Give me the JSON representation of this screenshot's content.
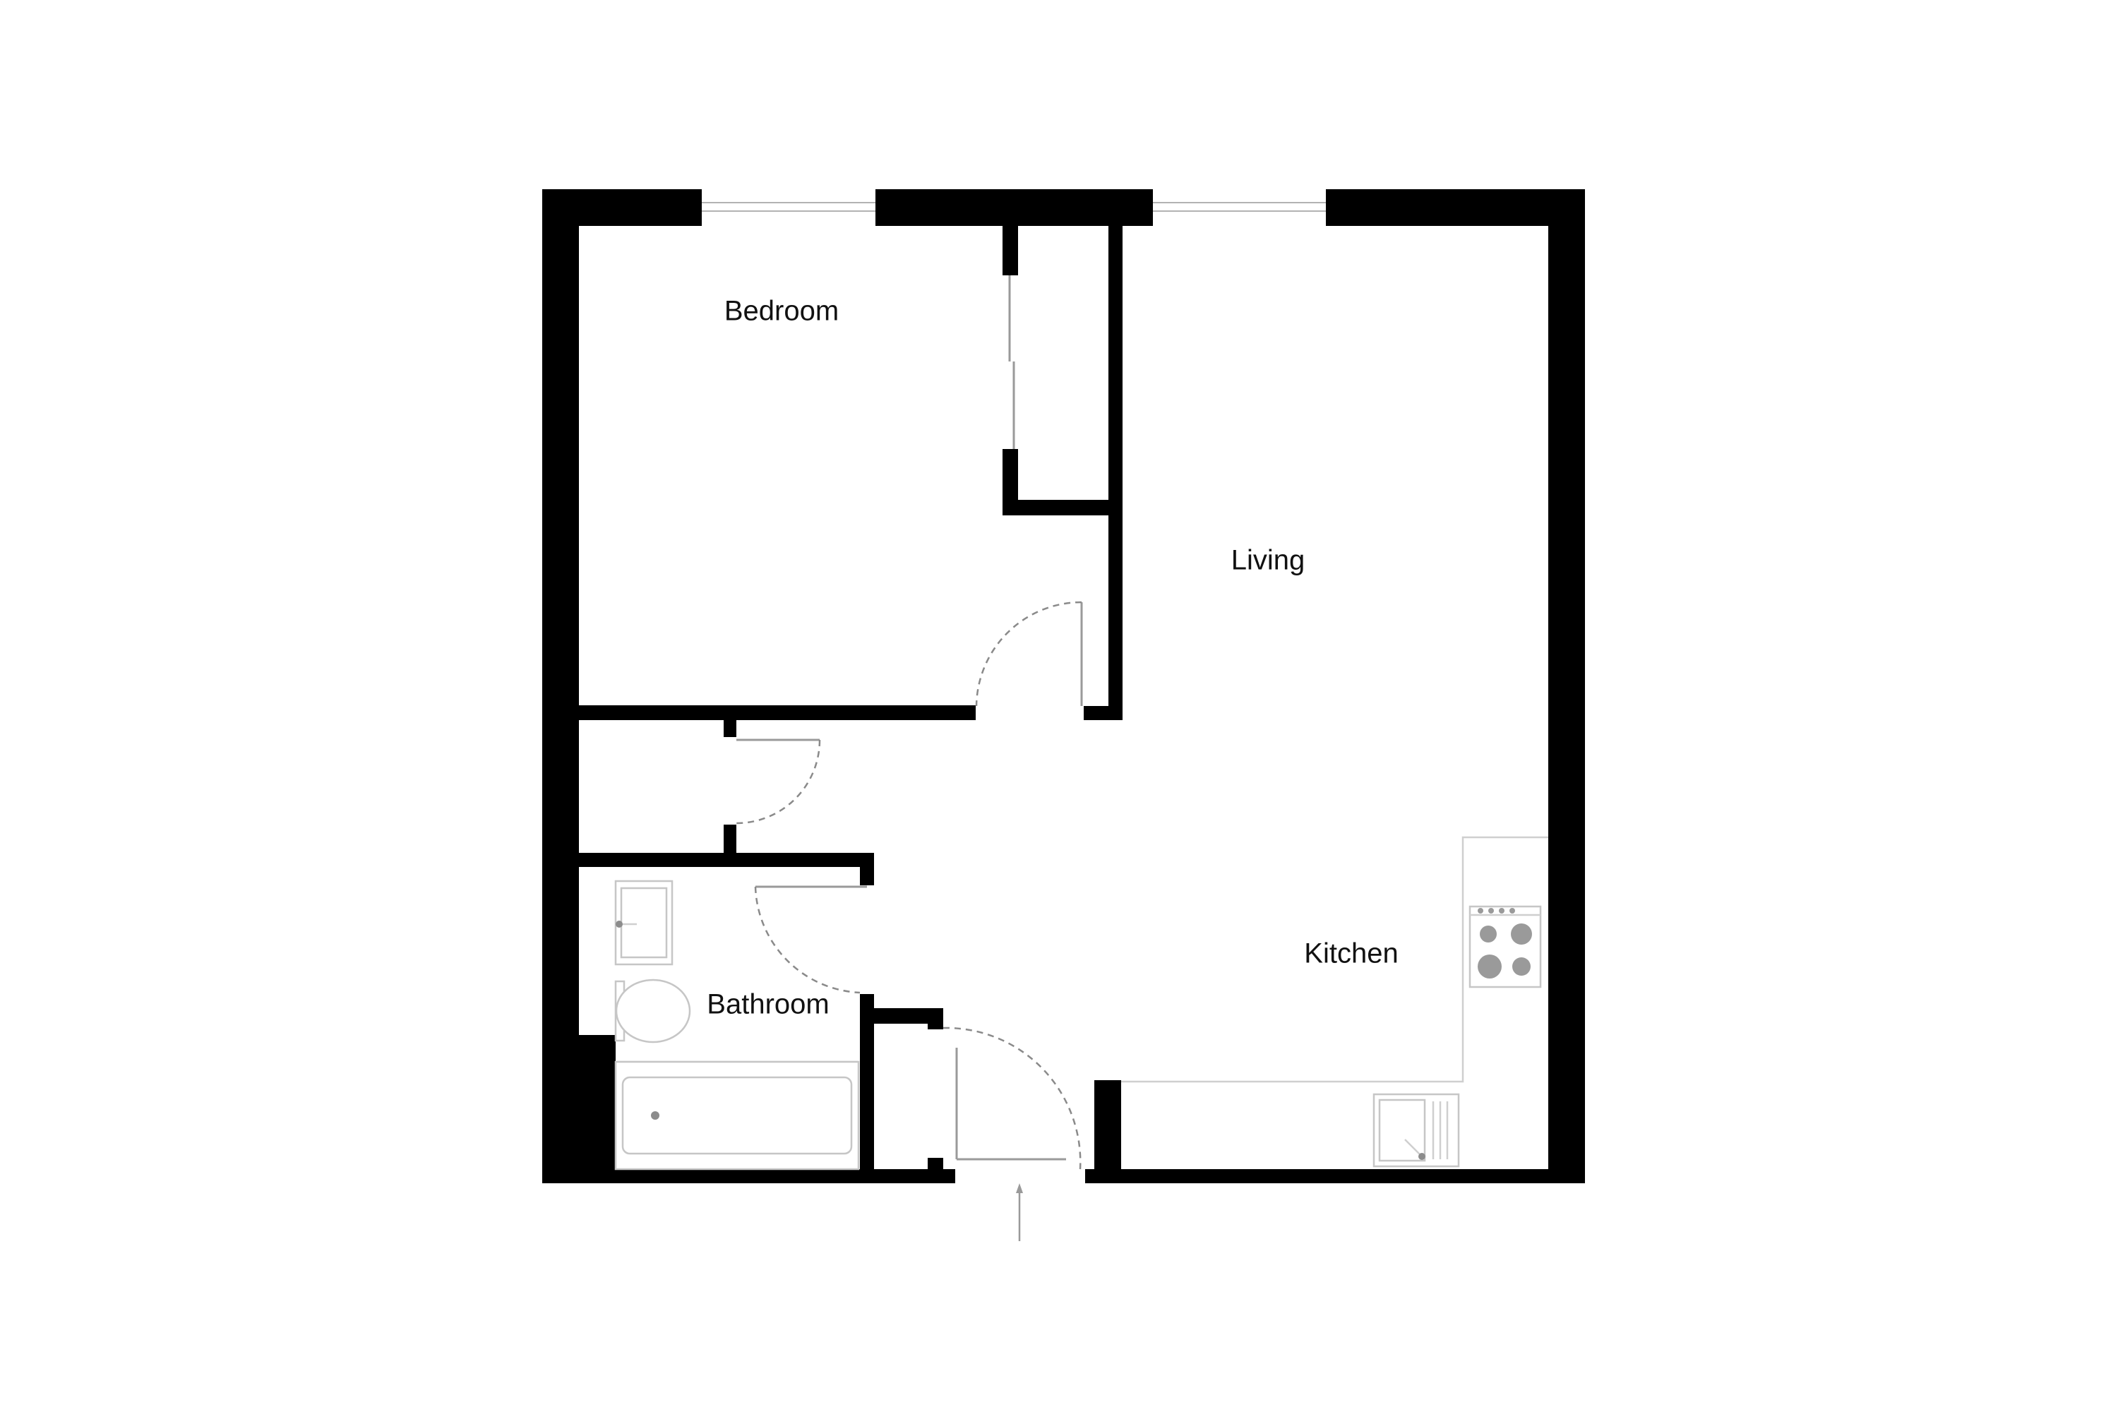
{
  "floor_plan": {
    "rooms": {
      "bedroom": "Bedroom",
      "living": "Living",
      "kitchen": "Kitchen",
      "bathroom": "Bathroom"
    }
  }
}
